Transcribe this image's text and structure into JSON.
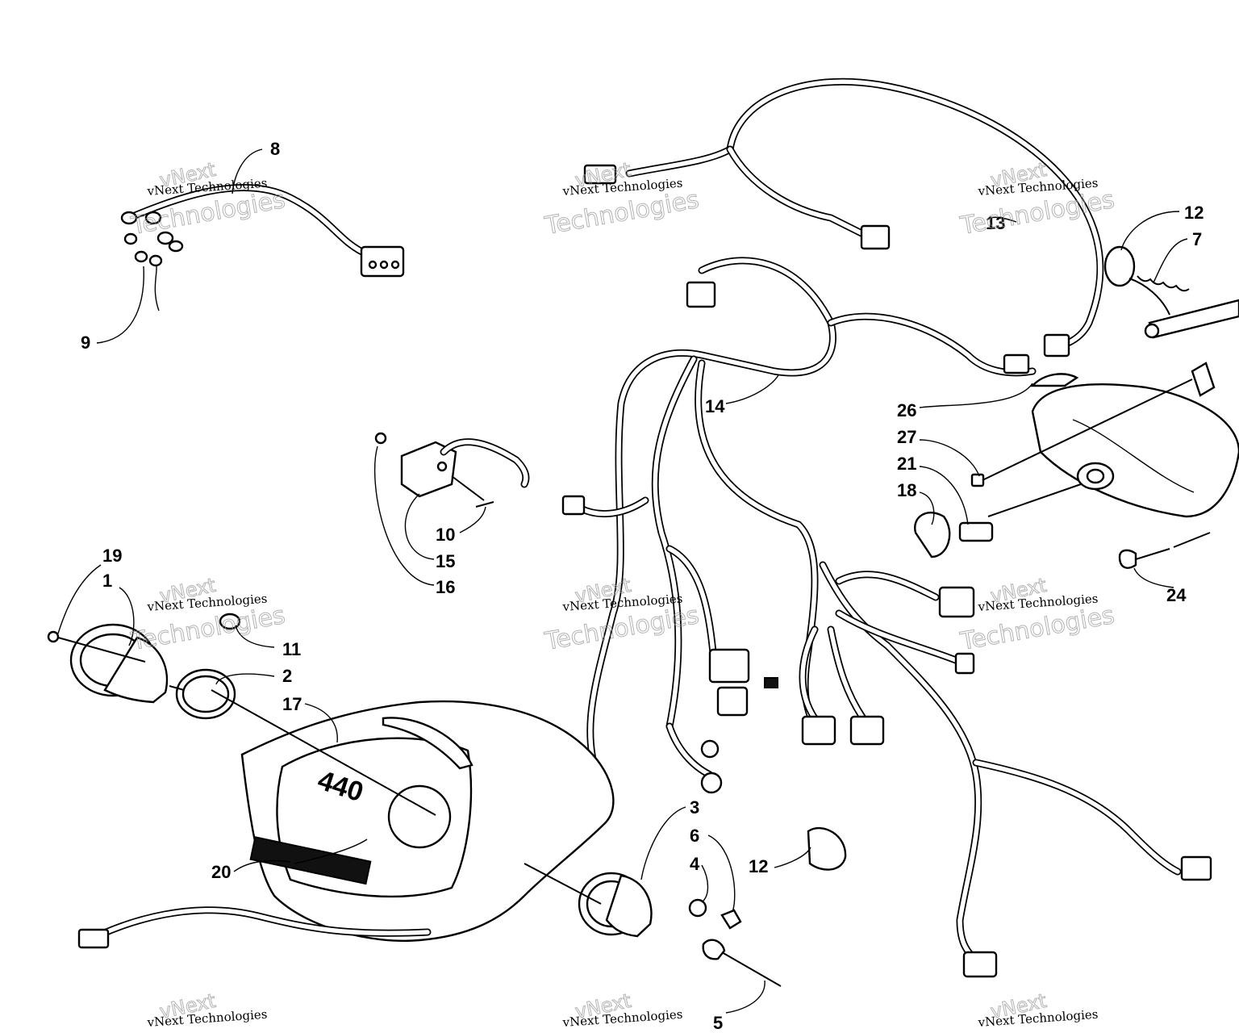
{
  "callouts": [
    "8",
    "9",
    "13",
    "12",
    "7",
    "14",
    "26",
    "27",
    "21",
    "18",
    "24",
    "10",
    "15",
    "16",
    "19",
    "1",
    "11",
    "2",
    "17",
    "20",
    "3",
    "6",
    "4",
    "12",
    "5"
  ],
  "dial_text": "440",
  "watermark": {
    "small": "vNext Technologies",
    "big_line1": "vNext",
    "big_line2": "Technologies"
  },
  "colors": {
    "ink": "#000000",
    "paper": "#ffffff",
    "watermark": "#9a9a9a"
  }
}
